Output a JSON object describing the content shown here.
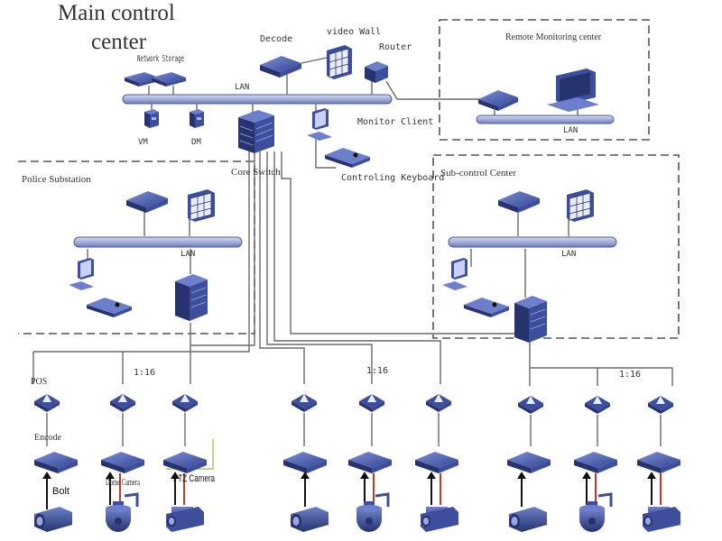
{
  "main_center": {
    "title_line1": "Main control",
    "title_line2": "center"
  },
  "labels": {
    "network_storage": "Network Storage",
    "decode": "Decode",
    "video_wall": "video Wall",
    "router": "Router",
    "lan": "LAN",
    "vm": "VM",
    "dm": "DM",
    "monitor_client": "Monitor Client",
    "core_switch": "Core Switch",
    "controling_keyboard": "Controling Keyboard",
    "remote_monitoring_center": "Remote Monitoring center",
    "police_substation": "Police Substation",
    "sub_control_center": "Sub-control Center",
    "ratio": "1:16",
    "pos": "POS",
    "encode": "Encode",
    "bolt": "Bolt",
    "dome_camera": "Dome Camera",
    "ptz_camera": "PTZ Camera"
  },
  "colors": {
    "device_blue": "#3d4f9c",
    "device_dark": "#27336e",
    "device_light": "#6d7fcc",
    "lan_bar": "#a9b4dc",
    "line": "#6a6a6a",
    "dash": "#555555",
    "red_cable": "#c0392b",
    "green_mark": "#8fbf3a"
  }
}
